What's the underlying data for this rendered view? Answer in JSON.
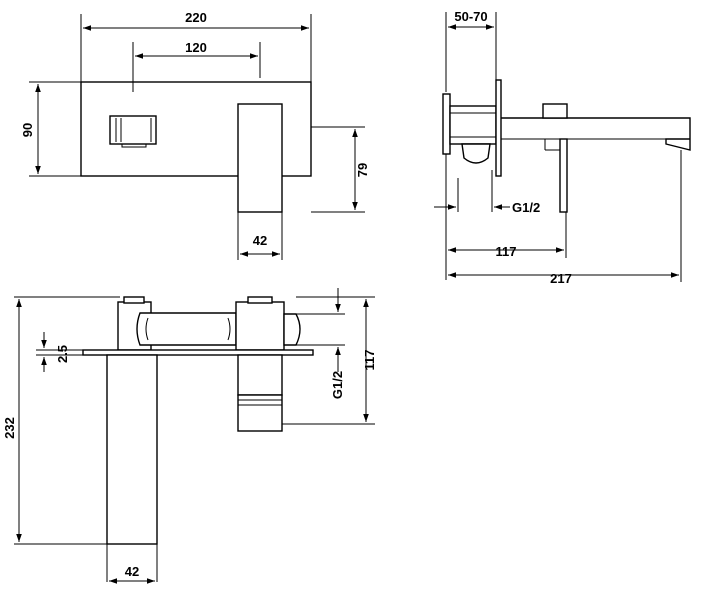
{
  "diagram": {
    "front_view": {
      "width_overall": "220",
      "width_inner": "120",
      "height_plate": "90",
      "height_lever": "79",
      "width_lever": "42"
    },
    "side_view": {
      "wall_depth": "50-70",
      "thread": "G1/2",
      "depth_mid": "117",
      "depth_total": "217"
    },
    "bottom_view": {
      "plate_thickness": "2.5",
      "total_length": "232",
      "thread": "G1/2",
      "body_depth": "117",
      "spout_width": "42"
    },
    "colors": {
      "line": "#000000",
      "background": "#ffffff"
    }
  }
}
